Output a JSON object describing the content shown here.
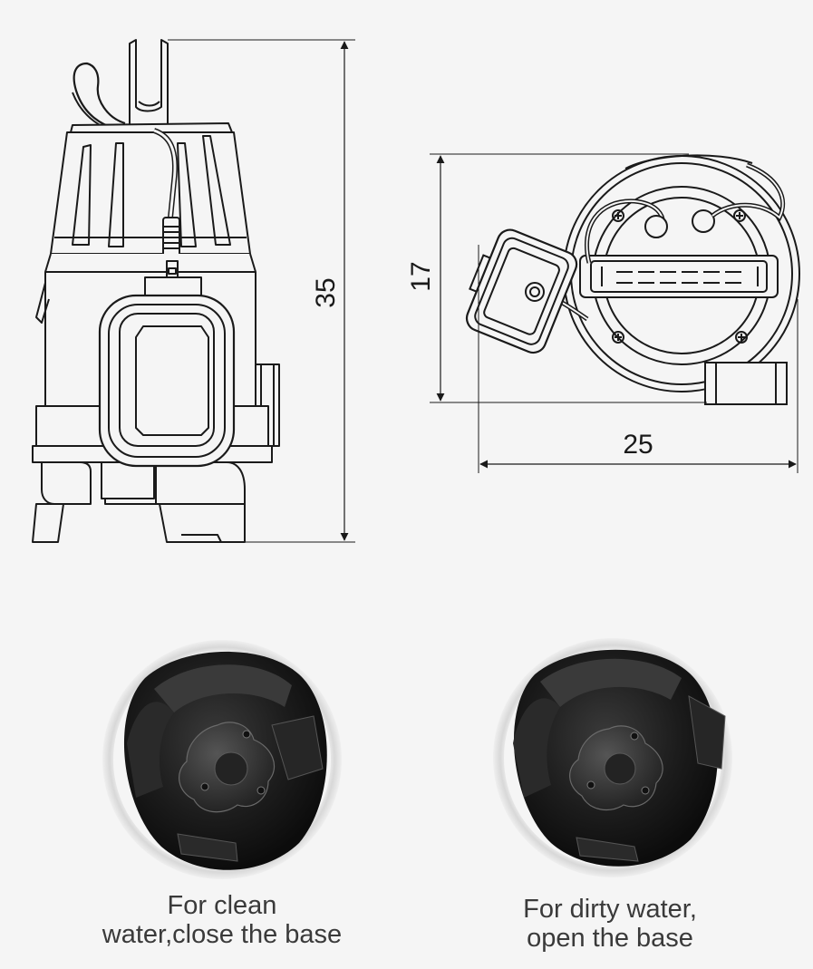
{
  "dimensions": {
    "height_label": "35",
    "depth_label": "17",
    "width_label": "25"
  },
  "captions": {
    "clean": {
      "line1": "For clean",
      "line2": "water,close the base"
    },
    "dirty": {
      "line1": "For dirty water,",
      "line2": "open the base"
    }
  },
  "colors": {
    "background": "#f5f5f5",
    "line": "#1a1a1a",
    "photo_ring": "#e2e2e2",
    "photo_dark": "#141414",
    "caption": "#3a3a3a"
  }
}
